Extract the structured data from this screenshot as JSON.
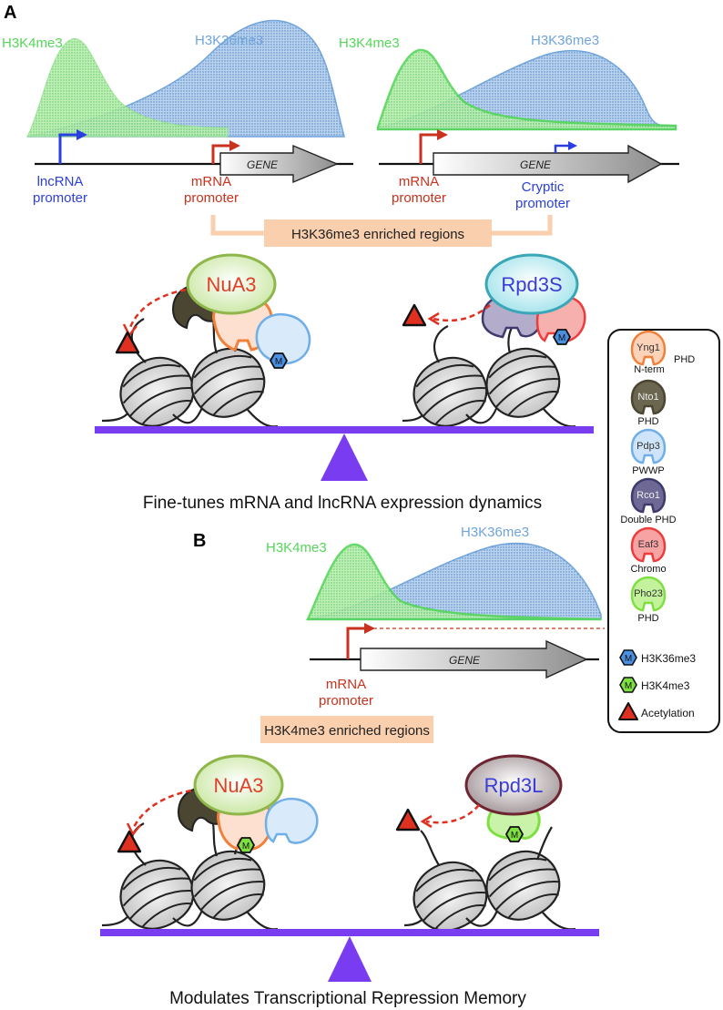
{
  "panel_a": {
    "label": "A",
    "left": {
      "h3k4_label": "H3K4me3",
      "h3k36_label": "H3K36me3",
      "lnc_promoter": [
        "lncRNA",
        "promoter"
      ],
      "mrna_promoter": [
        "mRNA",
        "promoter"
      ],
      "gene_label": "GENE"
    },
    "right": {
      "h3k4_label": "H3K4me3",
      "h3k36_label": "H3K36me3",
      "mrna_promoter": [
        "mRNA",
        "promoter"
      ],
      "cryptic_promoter": [
        "Cryptic",
        "promoter"
      ],
      "gene_label": "GENE"
    },
    "bracket_label": "H3K36me3 enriched regions",
    "complex_left": "NuA3",
    "complex_right": "Rpd3S",
    "caption": "Fine-tunes mRNA and lncRNA expression dynamics"
  },
  "panel_b": {
    "label": "B",
    "h3k4_label": "H3K4me3",
    "h3k36_label": "H3K36me3",
    "mrna_promoter": [
      "mRNA",
      "promoter"
    ],
    "gene_label": "GENE",
    "bracket_label": "H3K4me3 enriched regions",
    "complex_left": "NuA3",
    "complex_right": "Rpd3L",
    "caption": "Modulates Transcriptional Repression Memory"
  },
  "legend": {
    "items": [
      {
        "name": "Yng1",
        "domain": "PHD",
        "extra": "N-term",
        "color": "#f0803a"
      },
      {
        "name": "Nto1",
        "domain": "PHD",
        "color": "#4a4632"
      },
      {
        "name": "Pdp3",
        "domain": "PWWP",
        "color": "#70aee8"
      },
      {
        "name": "Rco1",
        "domain": "Double PHD",
        "color": "#3f3a6e"
      },
      {
        "name": "Eaf3",
        "domain": "Chromo",
        "color": "#ee3b3b"
      },
      {
        "name": "Pho23",
        "domain": "PHD",
        "color": "#7ee040"
      }
    ],
    "marks": [
      {
        "symbol": "M",
        "label": "H3K36me3",
        "color": "#4a90e2"
      },
      {
        "symbol": "M",
        "label": "H3K4me3",
        "color": "#7ee040"
      },
      {
        "symbol": "A",
        "label": "Acetylation",
        "color": "#e03020"
      }
    ]
  },
  "colors": {
    "h3k4": "#56d65a",
    "h3k36": "#6fa4dc",
    "mrna": "#c8321e",
    "lnc": "#2b3fe0",
    "seesaw": "#7a3cf0",
    "bracket": "#f9cfae",
    "nua3_text": "#e0402a",
    "rpd3_text": "#3b3bd6"
  }
}
